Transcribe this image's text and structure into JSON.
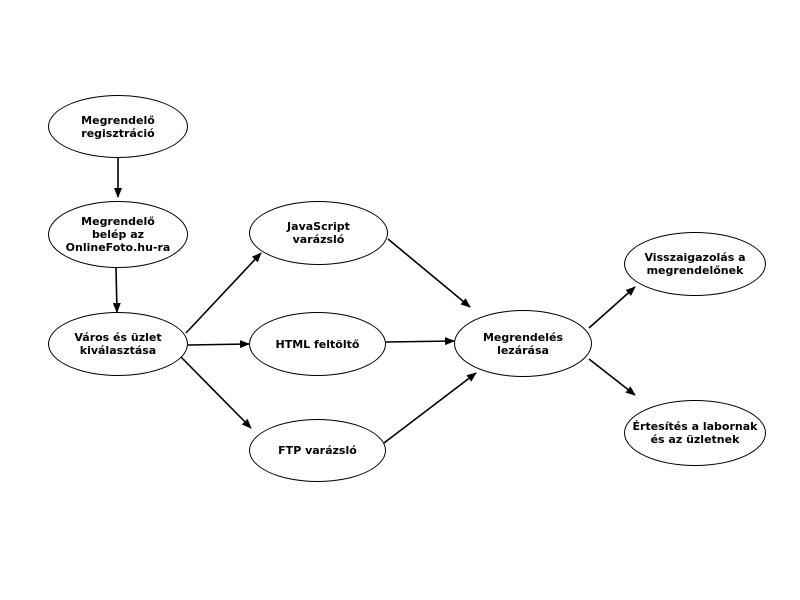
{
  "diagram": {
    "nodes": [
      {
        "id": "reg",
        "label": "Megrendelő\nregisztráció"
      },
      {
        "id": "login",
        "label": "Megrendelő\nbelép az\nOnlineFoto.hu-ra"
      },
      {
        "id": "city",
        "label": "Város és üzlet\nkiválasztása"
      },
      {
        "id": "js",
        "label": "JavaScript\nvarázsló"
      },
      {
        "id": "html",
        "label": "HTML feltöltő"
      },
      {
        "id": "ftp",
        "label": "FTP varázsló"
      },
      {
        "id": "close",
        "label": "Megrendelés\nlezárása"
      },
      {
        "id": "confirm",
        "label": "Visszaigazolás a\nmegrendelőnek"
      },
      {
        "id": "notify",
        "label": "Értesítés a labornak\nés az üzletnek"
      }
    ],
    "edges": [
      {
        "from": "reg",
        "to": "login"
      },
      {
        "from": "login",
        "to": "city"
      },
      {
        "from": "city",
        "to": "js"
      },
      {
        "from": "city",
        "to": "html"
      },
      {
        "from": "city",
        "to": "ftp"
      },
      {
        "from": "js",
        "to": "close"
      },
      {
        "from": "html",
        "to": "close"
      },
      {
        "from": "ftp",
        "to": "close"
      },
      {
        "from": "close",
        "to": "confirm"
      },
      {
        "from": "close",
        "to": "notify"
      }
    ]
  }
}
